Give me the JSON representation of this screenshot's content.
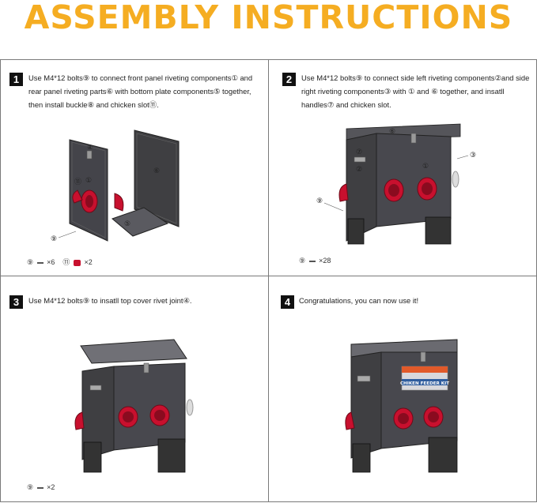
{
  "page": {
    "title": "ASSEMBLY INSTRUCTIONS",
    "title_color": "#f5ad22",
    "panel_color": "#3f3f42",
    "accent_red": "#c8102e"
  },
  "steps": [
    {
      "number": "1",
      "text": "Use M4*12 bolts⑨ to connect front panel riveting components① and rear panel riveting parts⑥ with bottom plate  components⑤ together, then install buckle⑧ and chicken slot⑪.",
      "parts": [
        "⑨",
        "×6",
        "⑪",
        "×2"
      ],
      "callouts": [
        "①",
        "⑥",
        "⑤",
        "⑨",
        "⑪",
        "⑧"
      ]
    },
    {
      "number": "2",
      "text": "Use M4*12 bolts⑨ to connect side left riveting components②and side right riveting components③ with ① and ⑥ together, and insatll handles⑦ and chicken slot.",
      "parts": [
        "⑨",
        "×28"
      ],
      "callouts": [
        "⑥",
        "⑦",
        "②",
        "①",
        "③",
        "⑨"
      ]
    },
    {
      "number": "3",
      "text": "Use M4*12 bolts⑨ to insatll top cover rivet joint④.",
      "parts": [
        "⑨",
        "×2"
      ]
    },
    {
      "number": "4",
      "text": "Congratulations, you can now use it!",
      "label_text": "CHIKEN FEEDER KIT"
    }
  ]
}
